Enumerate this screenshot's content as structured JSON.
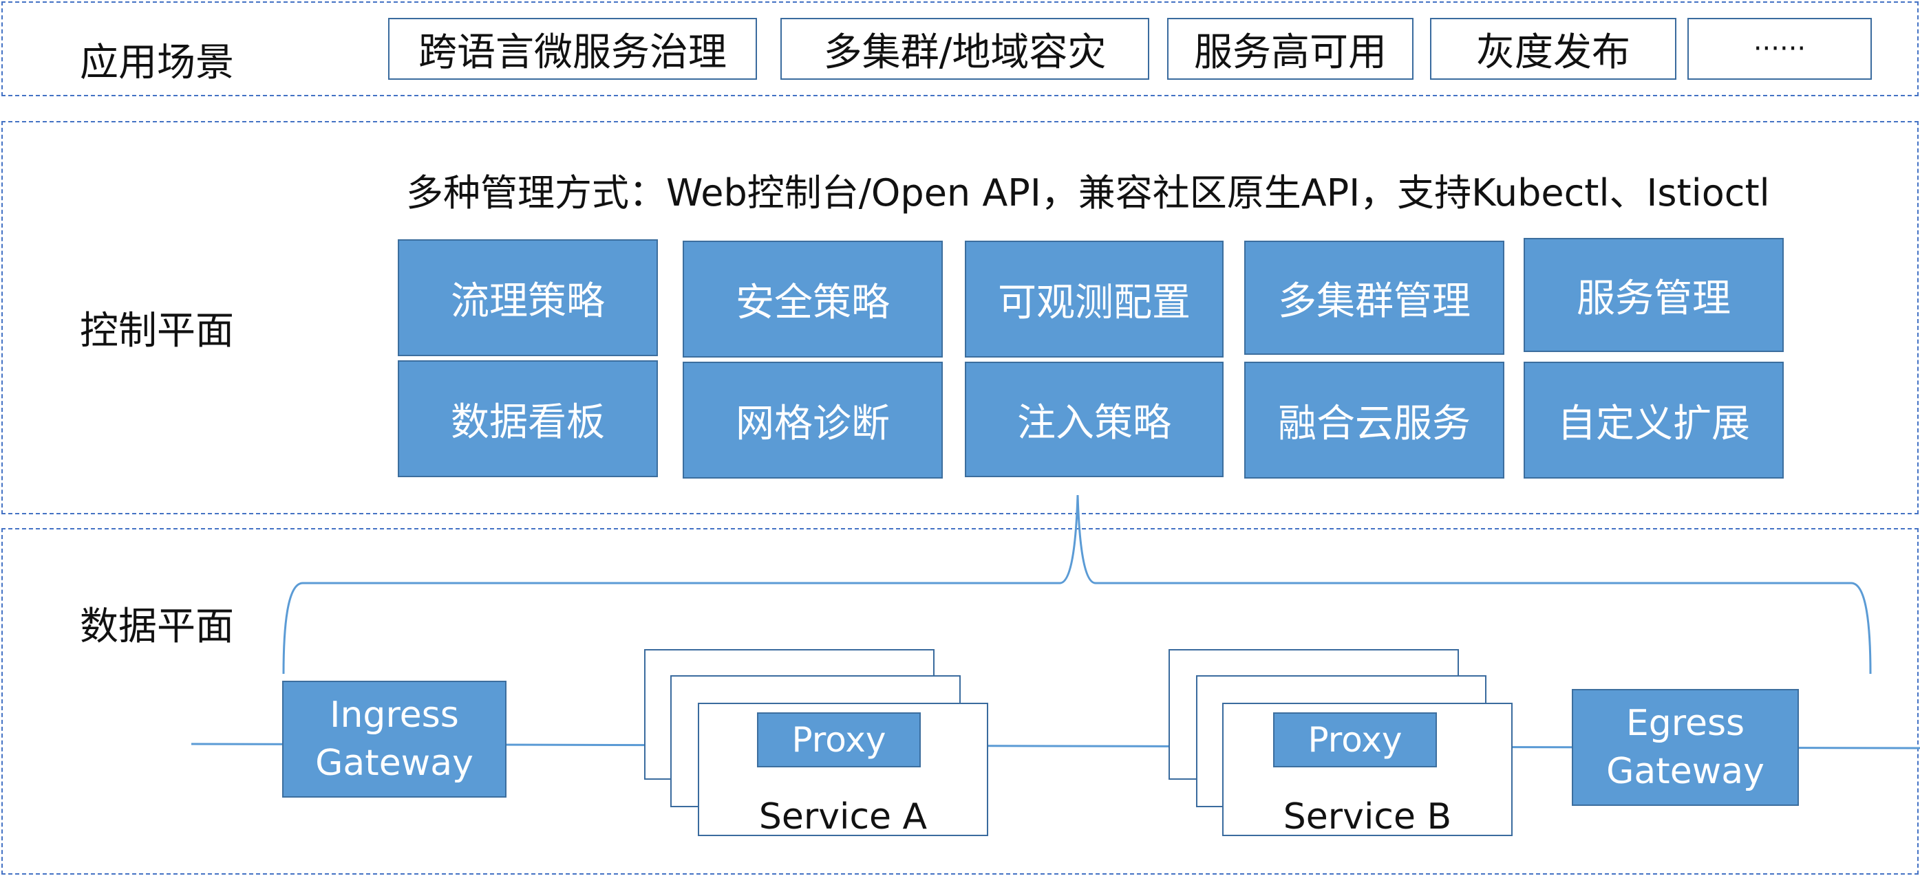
{
  "scenarios": {
    "label": "应用场景",
    "items": [
      "跨语言微服务治理",
      "多集群/地域容灾",
      "服务高可用",
      "灰度发布",
      "······"
    ]
  },
  "control_plane": {
    "label": "控制平面",
    "management": "多种管理方式：Web控制台/Open API，兼容社区原生API，支持Kubectl、Istioctl",
    "row1": [
      "流理策略",
      "安全策略",
      "可观测配置",
      "多集群管理",
      "服务管理"
    ],
    "row2": [
      "数据看板",
      "网格诊断",
      "注入策略",
      "融合云服务",
      "自定义扩展"
    ]
  },
  "data_plane": {
    "label": "数据平面",
    "ingress": {
      "line1": "Ingress",
      "line2": "Gateway"
    },
    "egress": {
      "line1": "Egress",
      "line2": "Gateway"
    },
    "service_a": {
      "name": "Service A",
      "proxy": "Proxy"
    },
    "service_b": {
      "name": "Service B",
      "proxy": "Proxy"
    }
  },
  "colors": {
    "box_fill": "#5b9bd5",
    "box_border": "#3c6e9e",
    "section_border": "#4472c4",
    "line": "#5b9bd5"
  }
}
